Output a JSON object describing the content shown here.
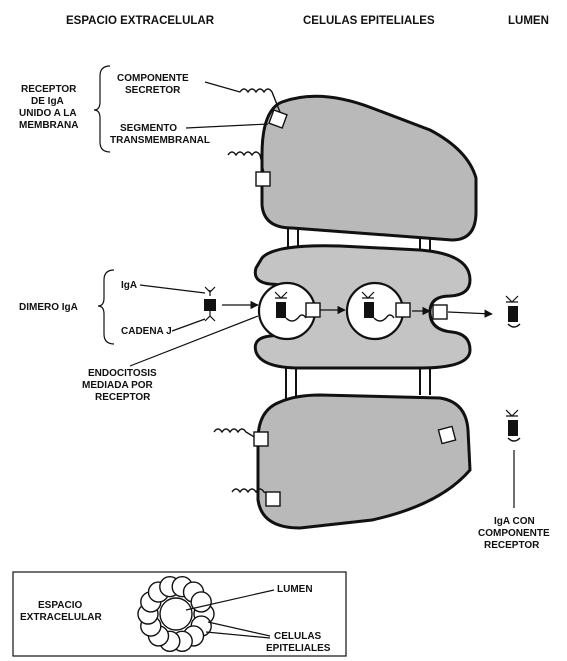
{
  "headers": {
    "extracellular": "ESPACIO EXTRACELULAR",
    "epithelial": "CELULAS EPITELIALES",
    "lumen": "LUMEN"
  },
  "receptor_group": {
    "title_line1": "RECEPTOR",
    "title_line2": "DE IgA",
    "title_line3": "UNIDO A LA",
    "title_line4": "MEMBRANA",
    "component_line1": "COMPONENTE",
    "component_line2": "SECRETOR",
    "segment_line1": "SEGMENTO",
    "segment_line2": "TRANSMEMBRANAL"
  },
  "dimer_group": {
    "title": "DIMERO IgA",
    "iga": "IgA",
    "chain": "CADENA J"
  },
  "endocytosis": {
    "line1": "ENDOCITOSIS",
    "line2": "MEDIADA POR",
    "line3": "RECEPTOR"
  },
  "result": {
    "line1": "IgA CON",
    "line2": "COMPONENTE",
    "line3": "RECEPTOR"
  },
  "inset": {
    "extracellular_line1": "ESPACIO",
    "extracellular_line2": "EXTRACELULAR",
    "lumen": "LUMEN",
    "cells_line1": "CELULAS",
    "cells_line2": "EPITELIALES"
  }
}
